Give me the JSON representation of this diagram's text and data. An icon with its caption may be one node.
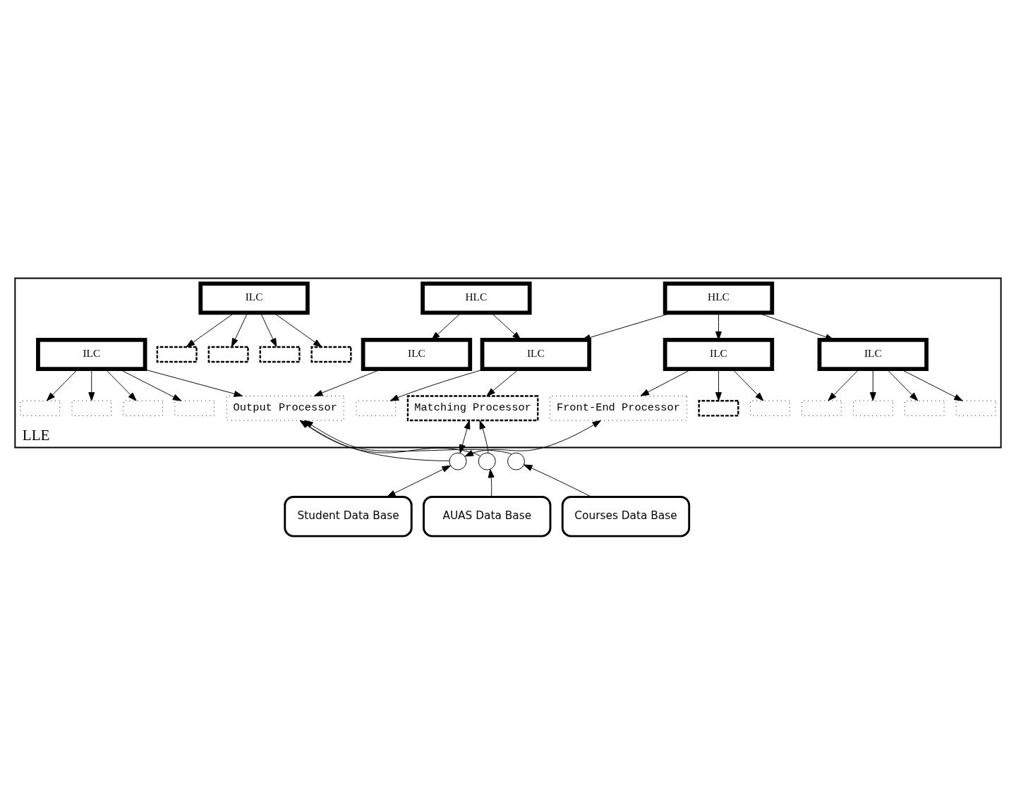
{
  "diagram": {
    "nodes": [
      {
        "text": [
          "LLE"
        ]
      },
      {
        "text": [
          "HLC"
        ],
        "in": 0
      },
      {
        "text": [
          "HLC"
        ],
        "in": 0
      },
      {
        "text": [
          "ILC"
        ],
        "in": 0
      },
      {
        "text": [
          "ILC"
        ],
        "in": 0
      },
      {
        "text": [
          "ILC"
        ],
        "in": 0
      },
      {
        "text": [
          "ILC"
        ],
        "in": 0
      },
      {
        "text": [
          "ILC"
        ],
        "in": 0
      },
      {
        "text": [
          "ILC"
        ],
        "in": 0
      },
      {
        "text": [],
        "shape": "box",
        "in": 0
      },
      {
        "text": [],
        "shape": "box",
        "in": 0
      },
      {
        "text": [],
        "shape": "box",
        "in": 0
      },
      {
        "text": [],
        "shape": "box",
        "in": 0
      },
      {
        "text": [],
        "shape": "box",
        "in": 0
      },
      {
        "text": [
          "Front-End Processor"
        ],
        "in": 0
      },
      {
        "text": [],
        "shape": "box",
        "in": 0
      },
      {
        "text": [],
        "shape": "box",
        "in": 0
      },
      {
        "text": [],
        "shape": "box",
        "in": 0
      },
      {
        "text": [],
        "shape": "box",
        "in": 0
      },
      {
        "text": [],
        "shape": "box",
        "in": 0
      },
      {
        "text": [
          "Matching Processor"
        ],
        "in": 0
      },
      {
        "text": [],
        "shape": "box",
        "in": 0
      },
      {
        "text": [],
        "shape": "box",
        "in": 0
      },
      {
        "text": [],
        "shape": "box",
        "in": 0
      },
      {
        "text": [],
        "shape": "box",
        "in": 0
      },
      {
        "text": [],
        "shape": "box",
        "in": 0
      },
      {
        "text": [
          "Output Processor"
        ],
        "in": 0
      },
      {
        "text": [],
        "shape": "circle"
      },
      {
        "text": [],
        "shape": "circle"
      },
      {
        "text": [],
        "shape": "circle"
      },
      {
        "text": [
          "Student Data Base"
        ]
      },
      {
        "text": [
          "AUAS Data Base"
        ]
      },
      {
        "text": [
          "Courses Data Base"
        ]
      }
    ],
    "edges": [
      {
        "from": 2,
        "to": 4,
        "arrow": "to"
      },
      {
        "from": 2,
        "to": 3,
        "arrow": "to"
      },
      {
        "from": 2,
        "to": 5,
        "arrow": "to"
      },
      {
        "from": 1,
        "to": 5,
        "arrow": "to"
      },
      {
        "from": 1,
        "to": 7,
        "arrow": "to"
      },
      {
        "from": 4,
        "to": 9,
        "arrow": "to"
      },
      {
        "from": 4,
        "to": 10,
        "arrow": "to"
      },
      {
        "from": 4,
        "to": 11,
        "arrow": "to"
      },
      {
        "from": 4,
        "to": 12,
        "arrow": "to"
      },
      {
        "from": 3,
        "to": 13,
        "arrow": "to"
      },
      {
        "from": 3,
        "to": 14,
        "arrow": "to"
      },
      {
        "from": 3,
        "to": 15,
        "arrow": "to"
      },
      {
        "from": 6,
        "to": 16,
        "arrow": "to"
      },
      {
        "from": 6,
        "to": 17,
        "arrow": "to"
      },
      {
        "from": 6,
        "to": 18,
        "arrow": "to"
      },
      {
        "from": 6,
        "to": 19,
        "arrow": "to"
      },
      {
        "from": 5,
        "to": 20,
        "arrow": "to"
      },
      {
        "from": 5,
        "to": 21,
        "arrow": "to"
      },
      {
        "from": 8,
        "to": 22,
        "arrow": "to"
      },
      {
        "from": 8,
        "to": 23,
        "arrow": "to"
      },
      {
        "from": 8,
        "to": 24,
        "arrow": "to"
      },
      {
        "from": 8,
        "to": 25,
        "arrow": "to"
      },
      {
        "from": 8,
        "to": 26,
        "arrow": "to"
      },
      {
        "from": 7,
        "to": 26,
        "arrow": "to"
      },
      {
        "from": 14,
        "to": 27,
        "arrow": "both"
      },
      {
        "from": 20,
        "to": 27,
        "arrow": "both"
      },
      {
        "from": 27,
        "to": 26,
        "arrow": "to"
      },
      {
        "from": 28,
        "to": 20,
        "arrow": "to"
      },
      {
        "from": 28,
        "to": 26,
        "arrow": "to"
      },
      {
        "from": 29,
        "to": 26,
        "arrow": "to"
      },
      {
        "from": 27,
        "to": 30,
        "arrow": "both"
      },
      {
        "from": 31,
        "to": 28,
        "arrow": "to"
      },
      {
        "from": 32,
        "to": 29,
        "arrow": "to"
      }
    ]
  }
}
